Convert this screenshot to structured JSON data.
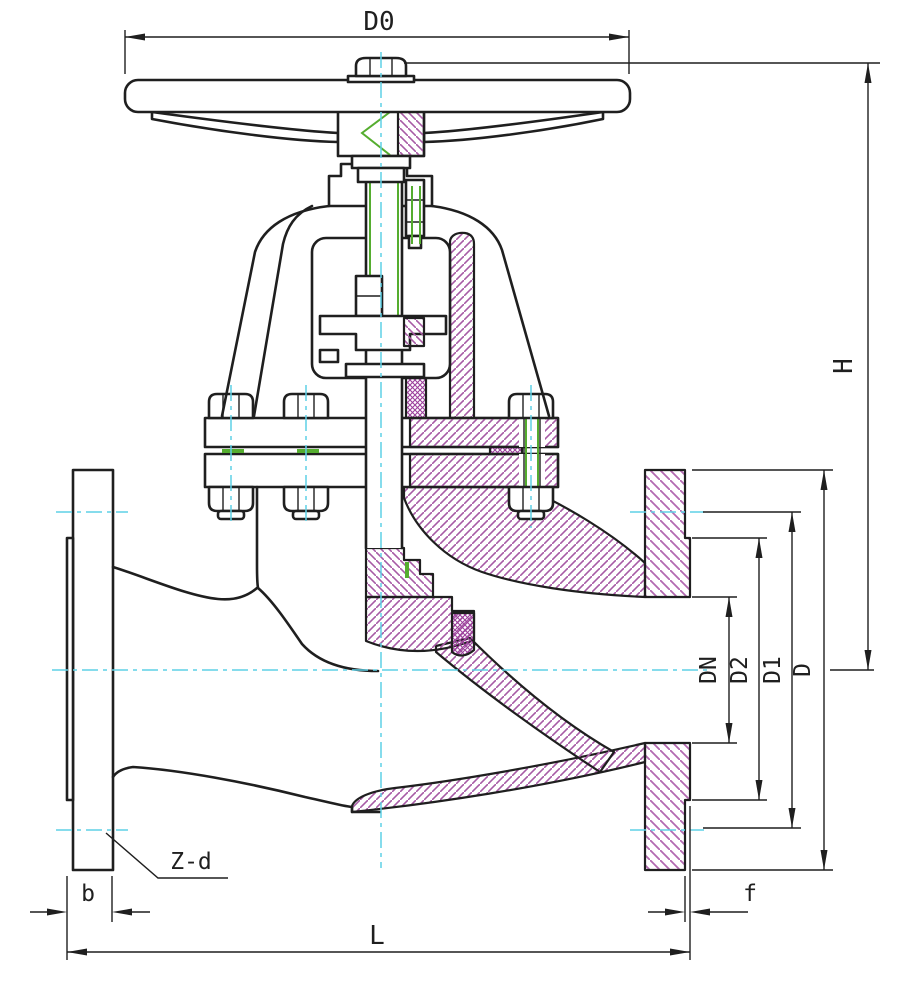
{
  "drawing": {
    "subject": "globe-valve-half-section",
    "dimension_labels": {
      "d0": "D0",
      "h": "H",
      "dn": "DN",
      "d2": "D2",
      "d1": "D1",
      "d": "D",
      "z_d": "Z-d",
      "b": "b",
      "f": "f",
      "l": "L"
    },
    "colors": {
      "outline": "#1f1f1f",
      "section_hatch": "#a75ba5",
      "flange_hatch": "#b36ab1",
      "seat_hatch": "#9c3f9c",
      "thread_green": "#55ad2f",
      "centerline_cyan": "#5fd0e6",
      "background": "#ffffff"
    }
  }
}
